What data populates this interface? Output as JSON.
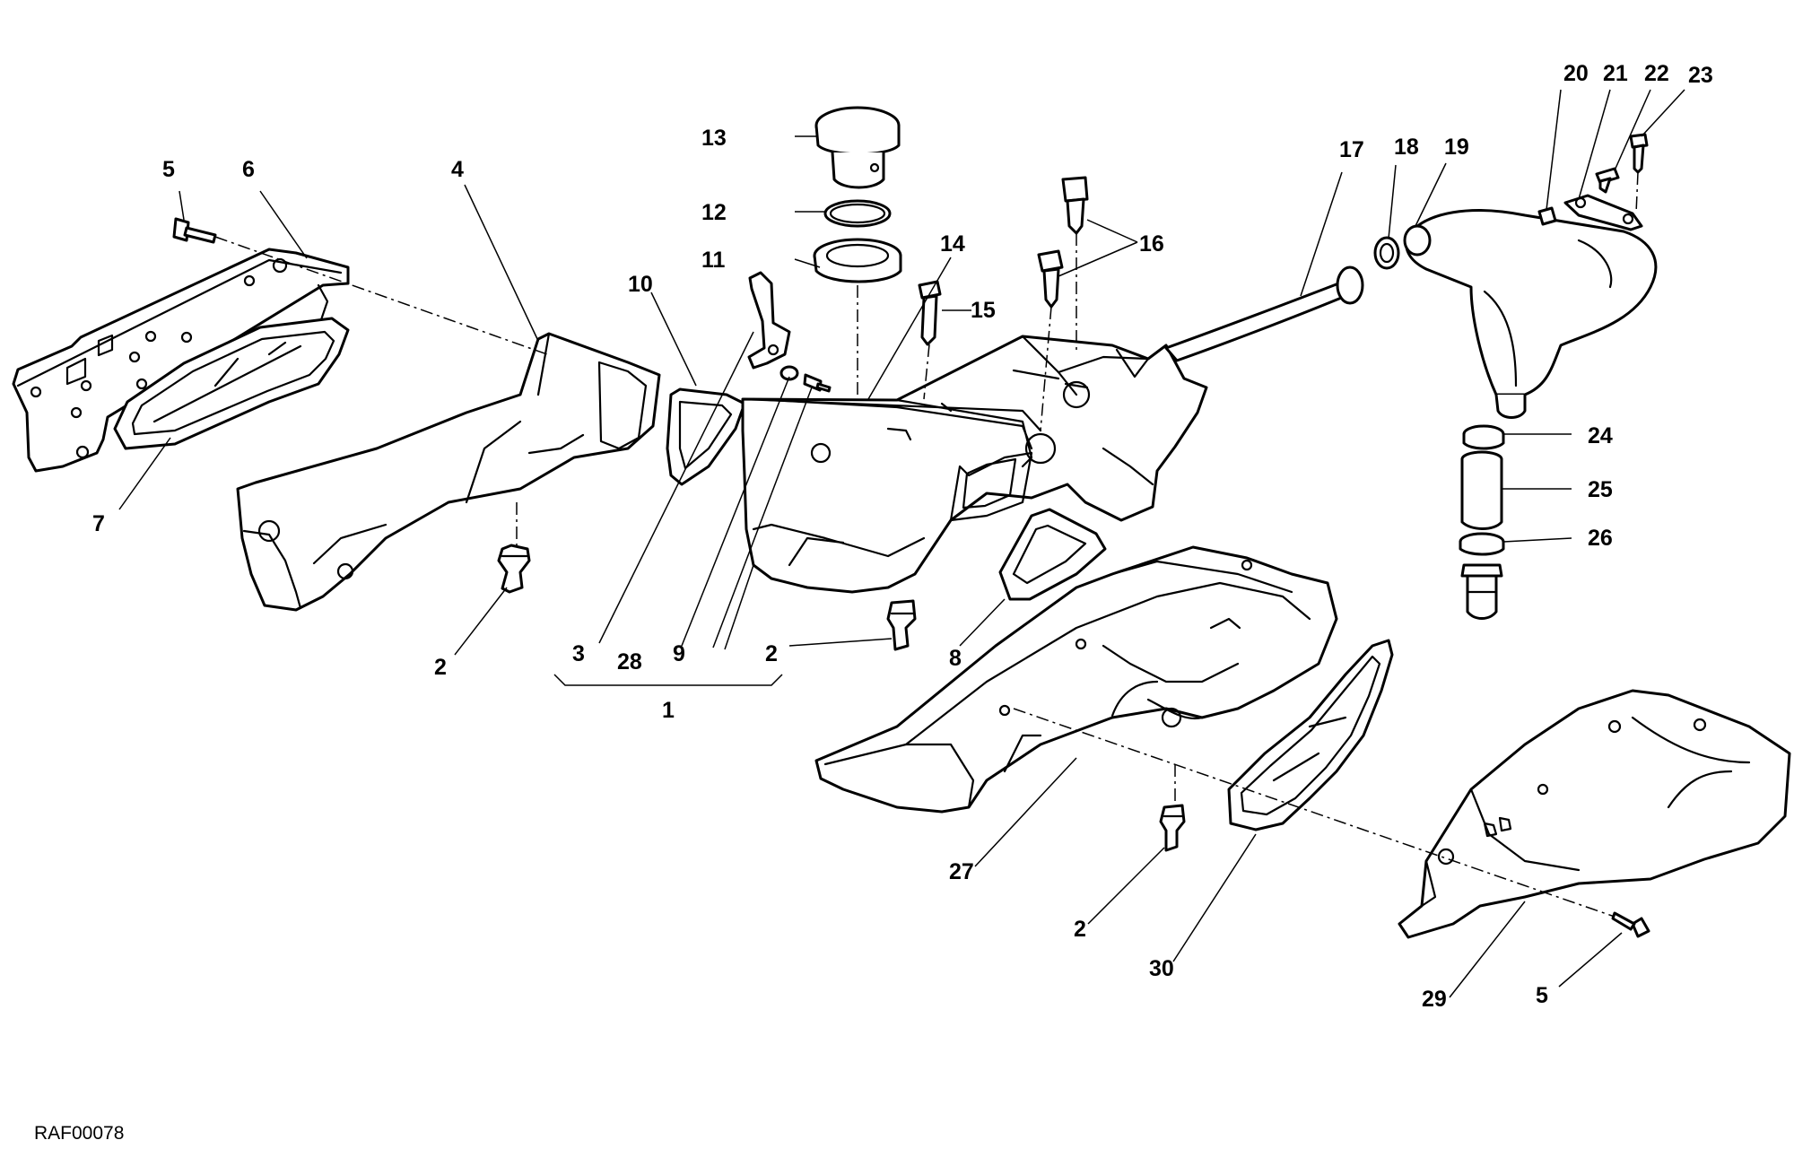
{
  "drawing_code": "RAF00078",
  "callouts": {
    "c1": "1",
    "c2a": "2",
    "c2b": "2",
    "c2c": "2",
    "c3": "3",
    "c4": "4",
    "c5a": "5",
    "c5b": "5",
    "c6": "6",
    "c7": "7",
    "c8": "8",
    "c9": "9",
    "c10": "10",
    "c11": "11",
    "c12": "12",
    "c13": "13",
    "c14": "14",
    "c15": "15",
    "c16": "16",
    "c17": "17",
    "c18": "18",
    "c19": "19",
    "c20": "20",
    "c21": "21",
    "c22": "22",
    "c23": "23",
    "c24": "24",
    "c25": "25",
    "c26": "26",
    "c27": "27",
    "c28": "28",
    "c29": "29",
    "c30": "30"
  },
  "colors": {
    "line": "#000000",
    "paper": "#ffffff"
  }
}
